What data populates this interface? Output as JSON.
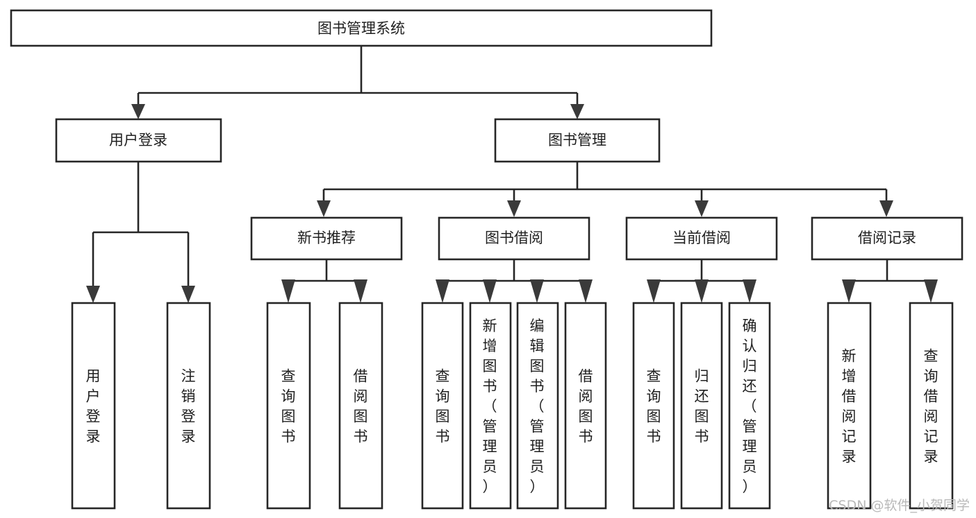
{
  "diagram": {
    "title": "图书管理系统",
    "type": "hierarchy-tree",
    "root": {
      "label": "图书管理系统",
      "level": 1
    },
    "level2": [
      {
        "label": "用户登录"
      },
      {
        "label": "图书管理"
      }
    ],
    "level3": [
      {
        "label": "新书推荐"
      },
      {
        "label": "图书借阅"
      },
      {
        "label": "当前借阅"
      },
      {
        "label": "借阅记录"
      }
    ],
    "leaves": {
      "user_login": [
        {
          "label": "用户登录"
        },
        {
          "label": "注销登录"
        }
      ],
      "new_book_recommend": [
        {
          "label": "查询图书"
        },
        {
          "label": "借阅图书"
        }
      ],
      "book_borrow": [
        {
          "label": "查询图书"
        },
        {
          "label": "新增图书（管理员）"
        },
        {
          "label": "编辑图书（管理员）"
        },
        {
          "label": "借阅图书"
        }
      ],
      "current_borrow": [
        {
          "label": "查询图书"
        },
        {
          "label": "归还图书"
        },
        {
          "label": "确认归还（管理员）"
        }
      ],
      "borrow_record": [
        {
          "label": "新增借阅记录"
        },
        {
          "label": "查询借阅记录"
        }
      ]
    }
  },
  "watermark": {
    "text": "CSDN @软件_小贺同学"
  },
  "colors": {
    "background": "#ffffff",
    "box_stroke": "#262626",
    "box_fill": "#ffffff",
    "text": "#1f1f1f",
    "connector": "#262626",
    "watermark": "#b9b9b9"
  }
}
